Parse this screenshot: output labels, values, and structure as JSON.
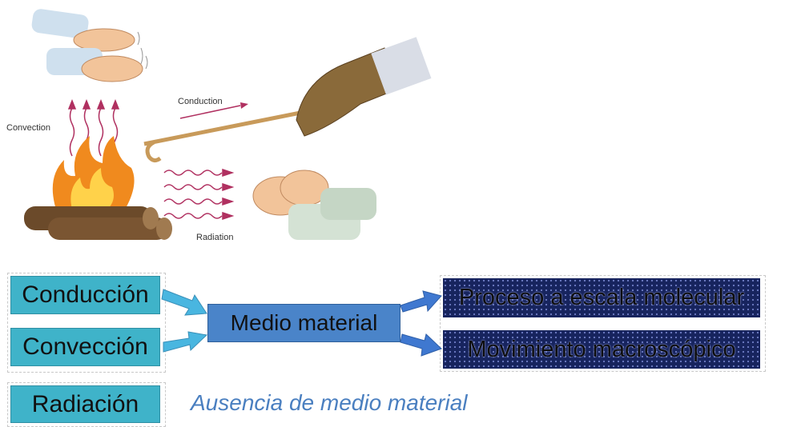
{
  "illustration": {
    "convection_label": "Convection",
    "conduction_label": "Conduction",
    "radiation_label": "Radiation"
  },
  "boxes": {
    "conduccion": "Conducción",
    "conveccion": "Convección",
    "radiacion": "Radiación",
    "medio_material": "Medio material",
    "proceso_molecular": "Proceso a escala molecular",
    "movimiento_macroscopico": "Movimiento macroscópico"
  },
  "note": "Ausencia de medio material",
  "colors": {
    "teal": "#3fb3c9",
    "blue": "#4a84c9",
    "navy": "#17245e",
    "note_text": "#4a7fc0"
  }
}
